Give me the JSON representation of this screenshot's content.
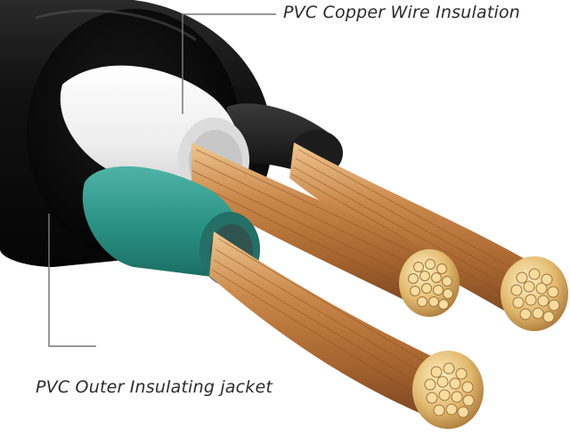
{
  "callouts": {
    "inner_insulation": "PVC Copper Wire Insulation",
    "outer_jacket": "PVC Outer Insulating jacket"
  },
  "colors": {
    "outer_jacket": "#151515",
    "white_insulation": "#f4f4f4",
    "teal_insulation": "#2f9a8c",
    "black_insulation": "#1e1e1e",
    "copper": "#c88a4e",
    "tin_ends": "#e6c27a",
    "callout_line": "#777777"
  },
  "icons": [
    "cable-cross-section-illustration"
  ]
}
